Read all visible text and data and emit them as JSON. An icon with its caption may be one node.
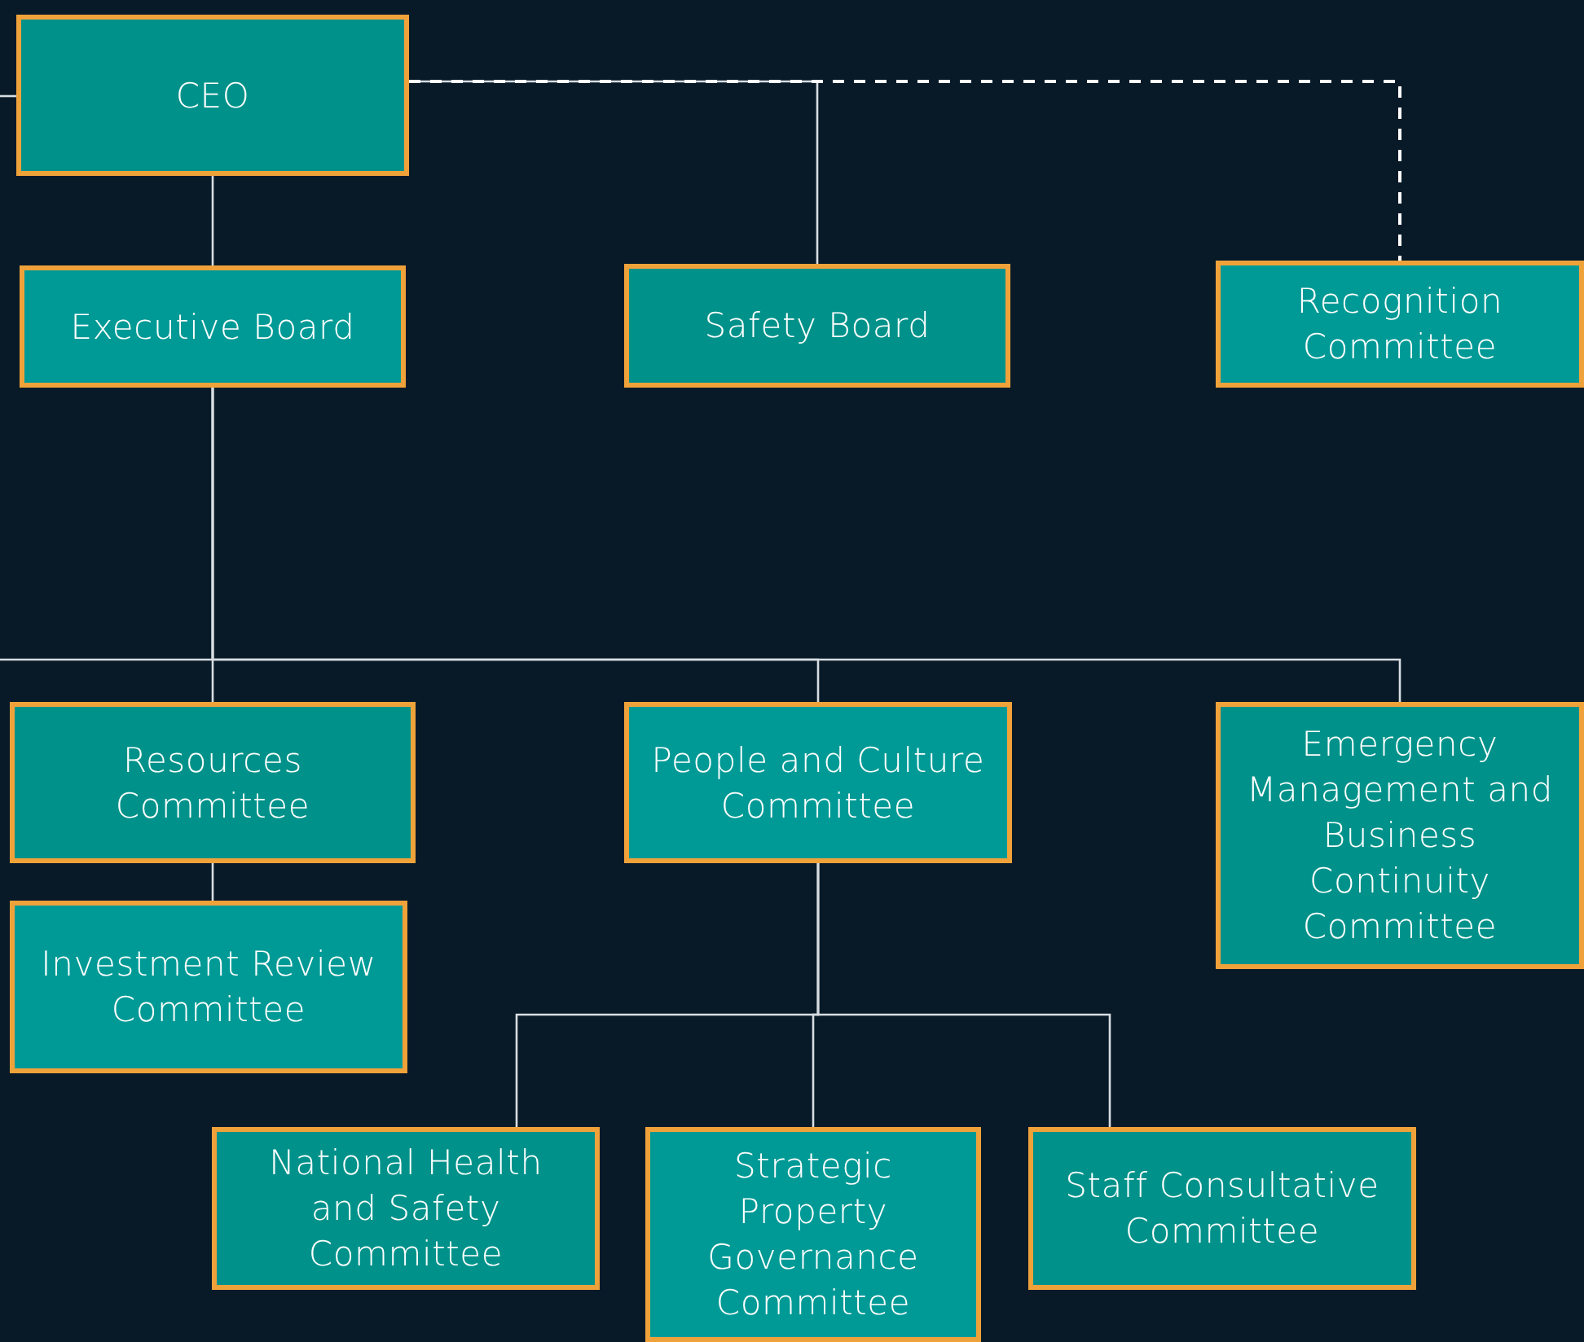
{
  "diagram": {
    "nodes": [
      {
        "text": [
          "CEO"
        ]
      },
      {
        "text": [
          "Executive Board"
        ]
      },
      {
        "text": [
          "Safety Board"
        ]
      },
      {
        "text": [
          "Recognition Committee"
        ]
      },
      {
        "text": [
          "Resources Committee"
        ]
      },
      {
        "text": [
          "People and Culture Committee"
        ]
      },
      {
        "text": [
          "Emergency Management and Business Continuity Committee"
        ]
      },
      {
        "text": [
          "Investment Review Committee"
        ]
      },
      {
        "text": [
          "National Health and Safety Committee"
        ]
      },
      {
        "text": [
          "Strategic Property Governance Committee"
        ]
      },
      {
        "text": [
          "Staff Consultative Committee"
        ]
      }
    ],
    "edges": [
      {
        "from": null,
        "to": 0,
        "arrow": "none"
      },
      {
        "from": 0,
        "to": 1,
        "arrow": "none"
      },
      {
        "from": 0,
        "to": 2,
        "arrow": "none"
      },
      {
        "from": 0,
        "to": 3,
        "arrow": "none",
        "style": "dashed"
      },
      {
        "from": 1,
        "to": null,
        "arrow": "none"
      },
      {
        "from": 1,
        "to": 4,
        "arrow": "none"
      },
      {
        "from": 1,
        "to": 5,
        "arrow": "none"
      },
      {
        "from": 1,
        "to": 6,
        "arrow": "none"
      },
      {
        "from": 4,
        "to": 7,
        "arrow": "none"
      },
      {
        "from": 5,
        "to": 8,
        "arrow": "none"
      },
      {
        "from": 5,
        "to": 9,
        "arrow": "none"
      },
      {
        "from": 5,
        "to": 10,
        "arrow": "none"
      }
    ]
  }
}
